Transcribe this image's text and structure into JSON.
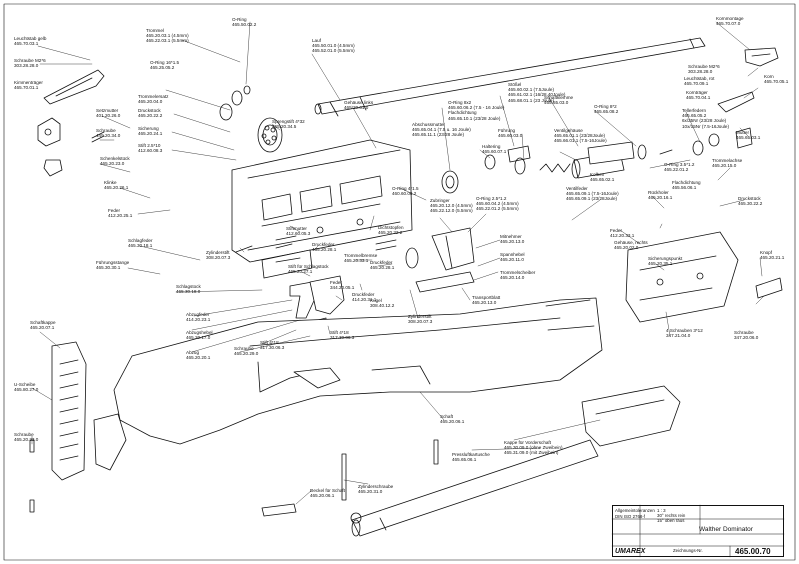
{
  "labels": [
    {
      "id": "leuchtstab-gelb",
      "lines": [
        "Leuchtstab gelb",
        "465.70.03.1"
      ]
    },
    {
      "id": "schraube-m2-6-left",
      "lines": [
        "Schraube M2*6",
        "303.28.28.0"
      ]
    },
    {
      "id": "kimmentraeger",
      "lines": [
        "Kimmenträger",
        "465.70.01.1"
      ]
    },
    {
      "id": "trommel",
      "lines": [
        "Trommel",
        "465.20.03.1 (4.5mm)",
        "465.22.03.1 (5.5mm)"
      ]
    },
    {
      "id": "o-ring-top",
      "lines": [
        "O-Ring",
        "465.50.02.2"
      ]
    },
    {
      "id": "o-ring-16-1-5",
      "lines": [
        "O-Ring 16*1.5",
        "465.25.05.2"
      ]
    },
    {
      "id": "lauf",
      "lines": [
        "Lauf",
        "465.50.01.0 (4.5mm)",
        "465.52.01.0 (5.5mm)"
      ]
    },
    {
      "id": "kornmontage-top",
      "lines": [
        "Kornmontage",
        "465.70.07.0"
      ]
    },
    {
      "id": "schraube-m2-6-right",
      "lines": [
        "Schraube M2*6",
        "303.28.28.0"
      ]
    },
    {
      "id": "korn",
      "lines": [
        "Korn",
        "465.70.05.1"
      ]
    },
    {
      "id": "leuchtstab-rot",
      "lines": [
        "Leuchtstab, rot",
        "465.70.09.1"
      ]
    },
    {
      "id": "korntraeger",
      "lines": [
        "Kornträger",
        "465.70.04.1"
      ]
    },
    {
      "id": "trommelersatz",
      "lines": [
        "Trommelersatz",
        "465.20.04.0"
      ]
    },
    {
      "id": "setzmutter",
      "lines": [
        "Setzmutter",
        "401.20.26.0"
      ]
    },
    {
      "id": "schraube-left",
      "lines": [
        "Schraube",
        "449.20.34.0"
      ]
    },
    {
      "id": "druckstock",
      "lines": [
        "Druckstock",
        "465.20.22.2"
      ]
    },
    {
      "id": "sicherung",
      "lines": [
        "Sicherung",
        "465.20.24.1"
      ]
    },
    {
      "id": "stift-2-5-10",
      "lines": [
        "Stift 2.5*10",
        "412.60.08.3"
      ]
    },
    {
      "id": "sprengstift",
      "lines": [
        "Sprengstift 4*32",
        "465.20.34.5"
      ]
    },
    {
      "id": "gehaeuse-links",
      "lines": [
        "Gehäuse links",
        "465.20.01.0"
      ]
    },
    {
      "id": "abschussmutter",
      "lines": [
        "Abschussmutter",
        "465.65.04.1 (7.5 u. 16 Joule)",
        "465.65.11.1 (23/28 Joule)"
      ]
    },
    {
      "id": "o-ring-8x2",
      "lines": [
        "O-Ring 8x2",
        "465.60.06.2 (7.5 - 16 Joule)",
        "Flachdichtung",
        "465.65.10.1 (23/28 Joule)"
      ]
    },
    {
      "id": "stoessel",
      "lines": [
        "Stößel",
        "465.60.02.1 (7.5Joule)",
        "465.61.02.1 (16/28.40Joule)",
        "465.68.01.1 (23 Joule)"
      ]
    },
    {
      "id": "schaftklemme",
      "lines": [
        "Schaftklemme",
        "465.55.03.0"
      ]
    },
    {
      "id": "o-ring-8-2",
      "lines": [
        "O-Ring 8*2",
        "465.65.08.2"
      ]
    },
    {
      "id": "tellerfedern",
      "lines": [
        "Tellerfedern",
        "465.65.05.2",
        "6x/25Nr (23/28 Joule)",
        "10x/15Nr (7.5-16Joule)"
      ]
    },
    {
      "id": "mutter",
      "lines": [
        "Mutter",
        "465.65.03.1"
      ]
    },
    {
      "id": "trommelachse",
      "lines": [
        "Trommelachse",
        "465.20.15.0"
      ]
    },
    {
      "id": "schenkelstueck",
      "lines": [
        "Schenkelstück",
        "465.20.23.0"
      ]
    },
    {
      "id": "klinke",
      "lines": [
        "Klinke",
        "465.20.26.1"
      ]
    },
    {
      "id": "feder-left",
      "lines": [
        "Feder",
        "412.20.25.1"
      ]
    },
    {
      "id": "o-ring-4-1-5",
      "lines": [
        "O-Ring 4*1.5",
        "460.60.06.2"
      ]
    },
    {
      "id": "haltering",
      "lines": [
        "Haltering",
        "465.60.07.1"
      ]
    },
    {
      "id": "fuehrung",
      "lines": [
        "Führung",
        "465.60.03.0"
      ]
    },
    {
      "id": "ventilgehaeuse",
      "lines": [
        "Ventilgehäuse",
        "465.65.01.1 (23/28Joule)",
        "465.66.01.1 (7.5-16Joule)"
      ]
    },
    {
      "id": "kolben",
      "lines": [
        "Kolben",
        "465.65.02.1"
      ]
    },
    {
      "id": "o-ring-3-1-2",
      "lines": [
        "O-Ring 3.5*1.2",
        "465.22.01.2"
      ]
    },
    {
      "id": "flachdichtung-right",
      "lines": [
        "Flachdichtung",
        "465.56.06.1"
      ]
    },
    {
      "id": "dichtstopfen",
      "lines": [
        "Dichtstopfen",
        "465.20.32.2"
      ]
    },
    {
      "id": "zubringer",
      "lines": [
        "Zubringer",
        "465.20.12.0 (4.5mm)",
        "465.22.12.0 (5.5mm)"
      ]
    },
    {
      "id": "o-ring-2-5-1-2",
      "lines": [
        "O-Ring 2.5*1.2",
        "465.60.04.2 (4.5mm)",
        "465.22.01.2 (5.5mm)"
      ]
    },
    {
      "id": "ventilfeder",
      "lines": [
        "Ventilfeder",
        "465.65.09.1 (7.5-16Joule)",
        "465.65.09.1 (23/28Joule)"
      ]
    },
    {
      "id": "rueckholer",
      "lines": [
        "Rückholer",
        "465.20.16.1"
      ]
    },
    {
      "id": "druckstueck",
      "lines": [
        "Druckstück",
        "465.30.22.2"
      ]
    },
    {
      "id": "stiftmutter",
      "lines": [
        "Stiftmutter",
        "412.60.05.3"
      ]
    },
    {
      "id": "druckfeder",
      "lines": [
        "Druckfeder",
        "465.20.28.1"
      ]
    },
    {
      "id": "feder-right",
      "lines": [
        "Feder",
        "412.20.33.1"
      ]
    },
    {
      "id": "gehaeuse-rechts",
      "lines": [
        "Gehäuse, rechts",
        "465.20.02.0"
      ]
    },
    {
      "id": "schlagfeder",
      "lines": [
        "Schlagfeder",
        "465.30.18.1"
      ]
    },
    {
      "id": "zylinderstift-top",
      "lines": [
        "Zylinderstift",
        "308.20.07.3"
      ]
    },
    {
      "id": "fuehrungsstange",
      "lines": [
        "Führungsstange",
        "465.30.30.1"
      ]
    },
    {
      "id": "trommelbremse",
      "lines": [
        "Trommelbremse",
        "465.20.33.1"
      ]
    },
    {
      "id": "druckfeder-2",
      "lines": [
        "Druckfeder",
        "465.20.28.1"
      ]
    },
    {
      "id": "mitnehmer",
      "lines": [
        "Mitnehmer",
        "465.20.13.0"
      ]
    },
    {
      "id": "spannhebel",
      "lines": [
        "Spannhebel",
        "465.20.11.0"
      ]
    },
    {
      "id": "sicherungspunkt",
      "lines": [
        "Sicherungspunkt",
        "465.20.35.1"
      ]
    },
    {
      "id": "knopf",
      "lines": [
        "Knopf",
        "465.20.21.1"
      ]
    },
    {
      "id": "stift-schlagstueck",
      "lines": [
        "Stift für Schlagstück",
        "465.20.27.1"
      ]
    },
    {
      "id": "trommelscheiber",
      "lines": [
        "Trommelscheiber",
        "465.20.14.0"
      ]
    },
    {
      "id": "schlagstock",
      "lines": [
        "Schlagstock",
        "465.30.18.0"
      ]
    },
    {
      "id": "feder-mid",
      "lines": [
        "Feder",
        "344.20.05.1"
      ]
    },
    {
      "id": "druckfeder-3",
      "lines": [
        "Druckfeder",
        "414.20.31.1"
      ]
    },
    {
      "id": "kugel",
      "lines": [
        "Kugel",
        "308.40.12.2"
      ]
    },
    {
      "id": "transportblatt",
      "lines": [
        "Transportblatt",
        "465.20.13.0"
      ]
    },
    {
      "id": "abzugfeder",
      "lines": [
        "Abzugfeder",
        "414.20.23.1"
      ]
    },
    {
      "id": "zylinderstift-mid",
      "lines": [
        "Zylinderstift",
        "308.20.07.3"
      ]
    },
    {
      "id": "abzugshebel",
      "lines": [
        "Abzugshebel",
        "465.20.17.0"
      ]
    },
    {
      "id": "stift-4-18-a",
      "lines": [
        "Stift 4*18",
        "317.30.06.3"
      ]
    },
    {
      "id": "stift-4-18-b",
      "lines": [
        "Stift 4*18",
        "317.30.06.3"
      ]
    },
    {
      "id": "abzug",
      "lines": [
        "Abzug",
        "465.20.20.1"
      ]
    },
    {
      "id": "schraube-mid",
      "lines": [
        "Schraube",
        "465.20.29.0"
      ]
    },
    {
      "id": "schrauben-4",
      "lines": [
        "4 Schrauben 3*12",
        "347.21.04.0"
      ]
    },
    {
      "id": "schraube-right",
      "lines": [
        "Schraube",
        "347.20.06.0"
      ]
    },
    {
      "id": "schaftkappe",
      "lines": [
        "Schaftkappe",
        "465.20.07.1"
      ]
    },
    {
      "id": "u-scheibe",
      "lines": [
        "U-Scheibe",
        "465.80.27.0"
      ]
    },
    {
      "id": "schraube-bottom-left",
      "lines": [
        "Schraube",
        "465.20.23.0"
      ]
    },
    {
      "id": "schaft",
      "lines": [
        "Schaft",
        "465.20.06.1"
      ]
    },
    {
      "id": "pressluftkartusche",
      "lines": [
        "Pressluftkartusche",
        "465.65.06.1"
      ]
    },
    {
      "id": "kappe-vorderschaft",
      "lines": [
        "Kappe für Vorderschaft",
        "465.30.09.0 (ohne Zweibein)",
        "465.31.09.0 (mit Zweibein)"
      ]
    },
    {
      "id": "zylinderschraube",
      "lines": [
        "Zylinderschraube",
        "465.20.31.0"
      ]
    },
    {
      "id": "deckel-schaft",
      "lines": [
        "Deckel für Schaft",
        "465.20.06.1"
      ]
    }
  ],
  "title_block": {
    "allg_toleranzen": "Allgemeintoleranzen",
    "din_iso": "DIN ISO 2768-f",
    "massstab": "1 : 3",
    "note_1": "30° rechts rein",
    "note_2": "15° oben raus",
    "title": "Walther Dominator",
    "brand": "UMAREX",
    "zeichnungsnr_label": "Zeichnungs-Nr.",
    "drawing_number": "465.00.70"
  }
}
